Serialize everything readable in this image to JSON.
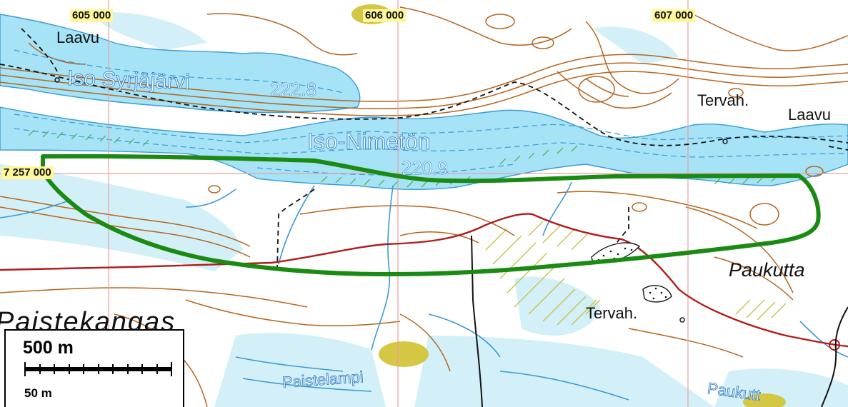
{
  "map": {
    "grid_labels": {
      "x1": "605 000",
      "x2": "606 000",
      "x3": "607 000",
      "y1": "7 257 000"
    },
    "places": {
      "laavu_nw": "Laavu",
      "tervah_ne": "Tervah.",
      "laavu_ne": "Laavu",
      "paukutta": "Paukutta",
      "tervah_se": "Tervah.",
      "paistekangas": "Paistekangas",
      "paistelampi": "Paistelampi",
      "paukutt": "Paukutt"
    },
    "lakes": {
      "iso_syrjajarvi": "Iso Syrjäjärvi",
      "iso_nimeton": "Iso-Nimetön"
    },
    "elevations": {
      "e1": "222.8",
      "e2": "220.9"
    },
    "scale": {
      "main": "500 m",
      "sub": "50 m"
    },
    "colors": {
      "water": "#a6e3f6",
      "wetland": "#cdeef8",
      "contour": "#b5651d",
      "route": "#1a8a12",
      "road": "#b31b1b",
      "grid": "#e8a0a0",
      "field": "#d8c94a"
    }
  }
}
